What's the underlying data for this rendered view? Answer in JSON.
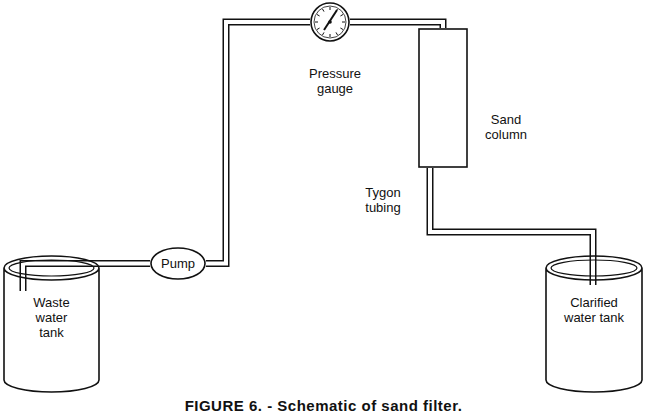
{
  "diagram": {
    "caption": "FIGURE 6. - Schematic of sand filter.",
    "nodes": [
      {
        "text": [
          "Waste water tank"
        ]
      },
      {
        "text": [
          "Pump"
        ]
      },
      {
        "text": [
          "Pressure gauge"
        ]
      },
      {
        "text": [
          "Sand column"
        ]
      },
      {
        "text": [
          "Clarified water tank"
        ]
      }
    ],
    "edges": [
      {
        "from": 0,
        "to": 1,
        "arrow": "none"
      },
      {
        "from": 1,
        "to": 2,
        "arrow": "none"
      },
      {
        "from": 2,
        "to": 3,
        "arrow": "none"
      },
      {
        "from": 3,
        "to": 4,
        "arrow": "none"
      }
    ],
    "labels": [
      "Tygon tubing"
    ]
  }
}
